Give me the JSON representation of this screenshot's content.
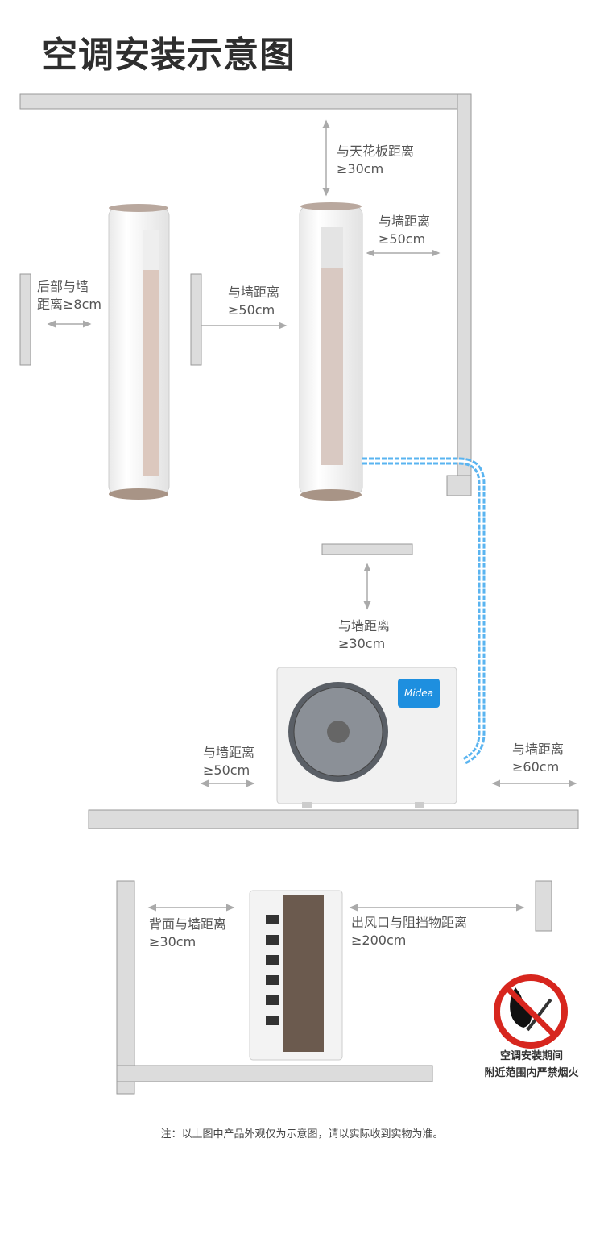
{
  "title": "空调安装示意图",
  "labels": {
    "ceiling": [
      "与天花板距离",
      "≥30cm"
    ],
    "unit2_right_wall": [
      "与墙距离",
      "≥50cm"
    ],
    "unit1_back_wall": [
      "后部与墙",
      "距离≥8cm"
    ],
    "unit2_left_wall": [
      "与墙距离",
      "≥50cm"
    ],
    "outdoor_top": [
      "与墙距离",
      "≥30cm"
    ],
    "outdoor_left": [
      "与墙距离",
      "≥50cm"
    ],
    "outdoor_right": [
      "与墙距离",
      "≥60cm"
    ],
    "side_back": [
      "背面与墙距离",
      "≥30cm"
    ],
    "side_outlet": [
      "出风口与阻挡物距离",
      "≥200cm"
    ]
  },
  "brand": "Midea",
  "warning": {
    "line1": "空调安装期间",
    "line2": "附近范围内严禁烟火",
    "icon": "no-fire-icon",
    "color": "#d7261e"
  },
  "note": "注：以上图中产品外观仅为示意图，请以实际收到实物为准。",
  "colors": {
    "pipe": "#5ab4f0",
    "wall": "#d8d8d8",
    "brand": "#1e8fdf"
  }
}
